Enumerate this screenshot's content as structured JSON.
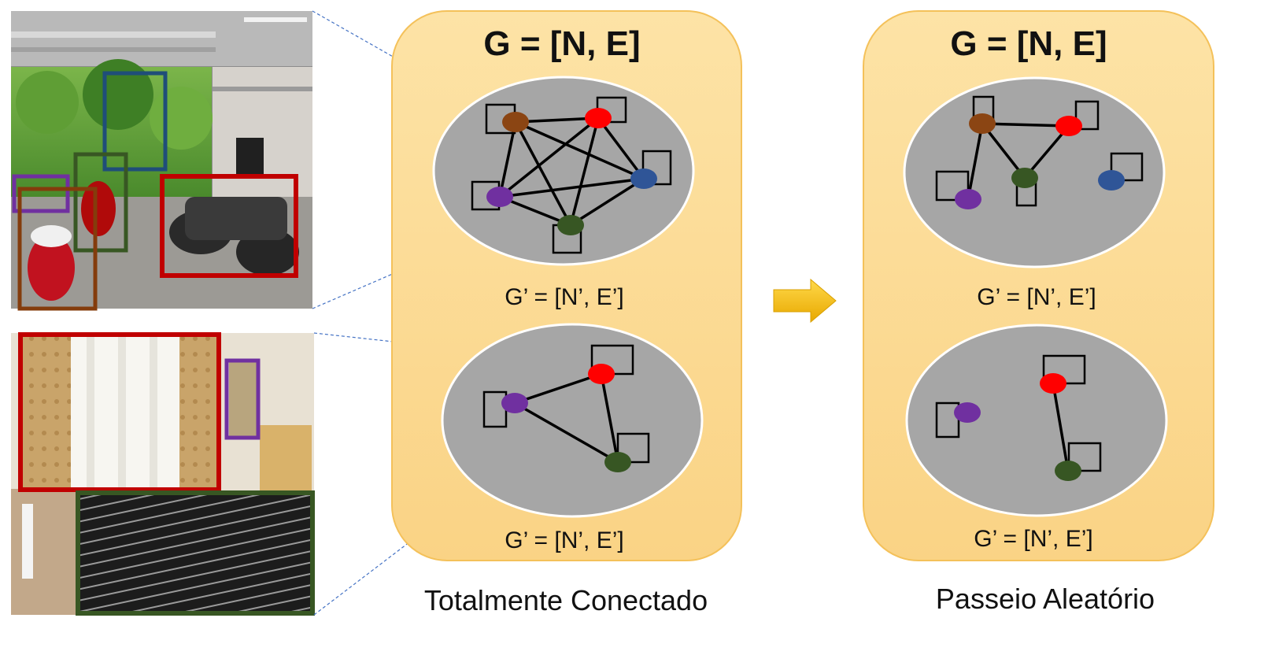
{
  "panels": [
    {
      "id": "fully-connected",
      "title": "G = [N, E]",
      "caption": "Totalmente Conectado",
      "subgraph_labels": [
        "G’ = [N’, E’]",
        "G’ = [N’, E’]"
      ]
    },
    {
      "id": "random-walk",
      "title": "G = [N, E]",
      "caption": "Passeio Aleatório",
      "subgraph_labels": [
        "G’ = [N’, E’]",
        "G’ = [N’, E’]"
      ]
    }
  ],
  "colors": {
    "panel_fill": "#fbd88a",
    "panel_stroke": "#f4c15a",
    "ellipse_fill": "#a6a6a6",
    "arrow": "#f5b800",
    "node_brown": "#8b4513",
    "node_red": "#ff0000",
    "node_blue": "#2f5597",
    "node_purple": "#7030a0",
    "node_green": "#375623",
    "box_blue": "#1f4e79",
    "box_green": "#385723",
    "box_purple": "#7030a0",
    "box_brown": "#843c0c",
    "box_red": "#c00000"
  },
  "photos": [
    {
      "name": "garage-photo",
      "icon": "garage-motorcycles-photo"
    },
    {
      "name": "bedroom-photo",
      "icon": "bedroom-photo"
    }
  ]
}
